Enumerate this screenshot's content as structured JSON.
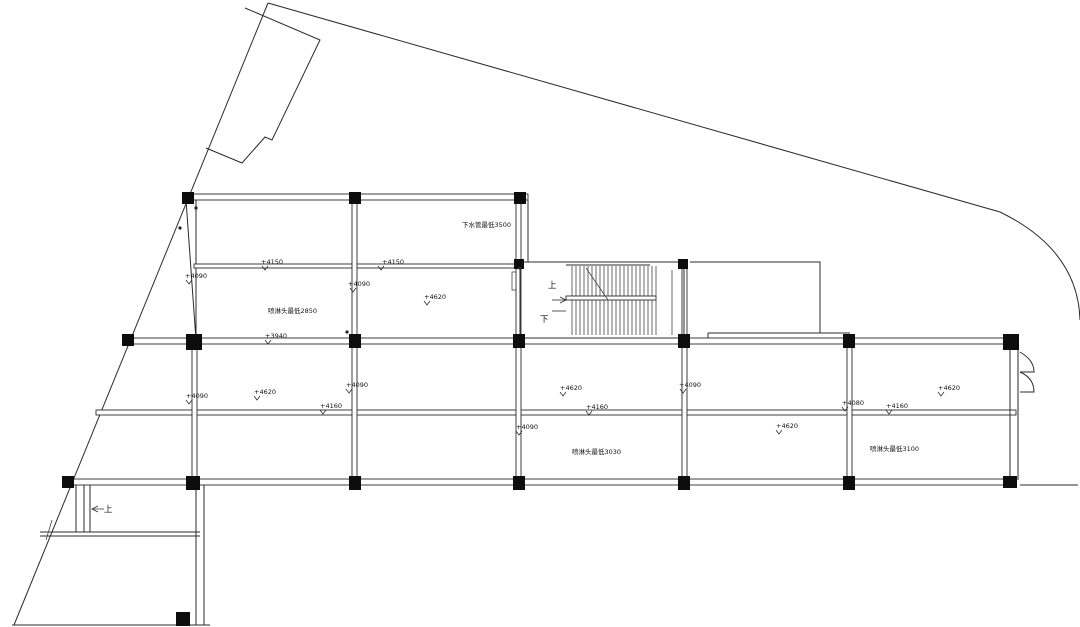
{
  "elevations": {
    "e1": "+4150",
    "e2": "+4150",
    "e3": "+4090",
    "e4": "+4090",
    "e5": "+4620",
    "e6": "+3940",
    "e7": "+4090",
    "e8": "+4620",
    "e9": "+4090",
    "e10": "+4160",
    "e11": "+4620",
    "e12": "+4090",
    "e13": "+4160",
    "e14": "+4090",
    "e15": "+4620",
    "e16": "+4080",
    "e17": "+4160",
    "e18": "+4620"
  },
  "notes": {
    "drain_pipe": "下水管最低3500",
    "sprinkler_2850": "喷淋头最低2850",
    "sprinkler_3030": "喷淋头最低3030",
    "sprinkler_3100": "喷淋头最低3100"
  },
  "stairs": {
    "up_main": "上",
    "down_main": "下",
    "up_lower": "上"
  }
}
